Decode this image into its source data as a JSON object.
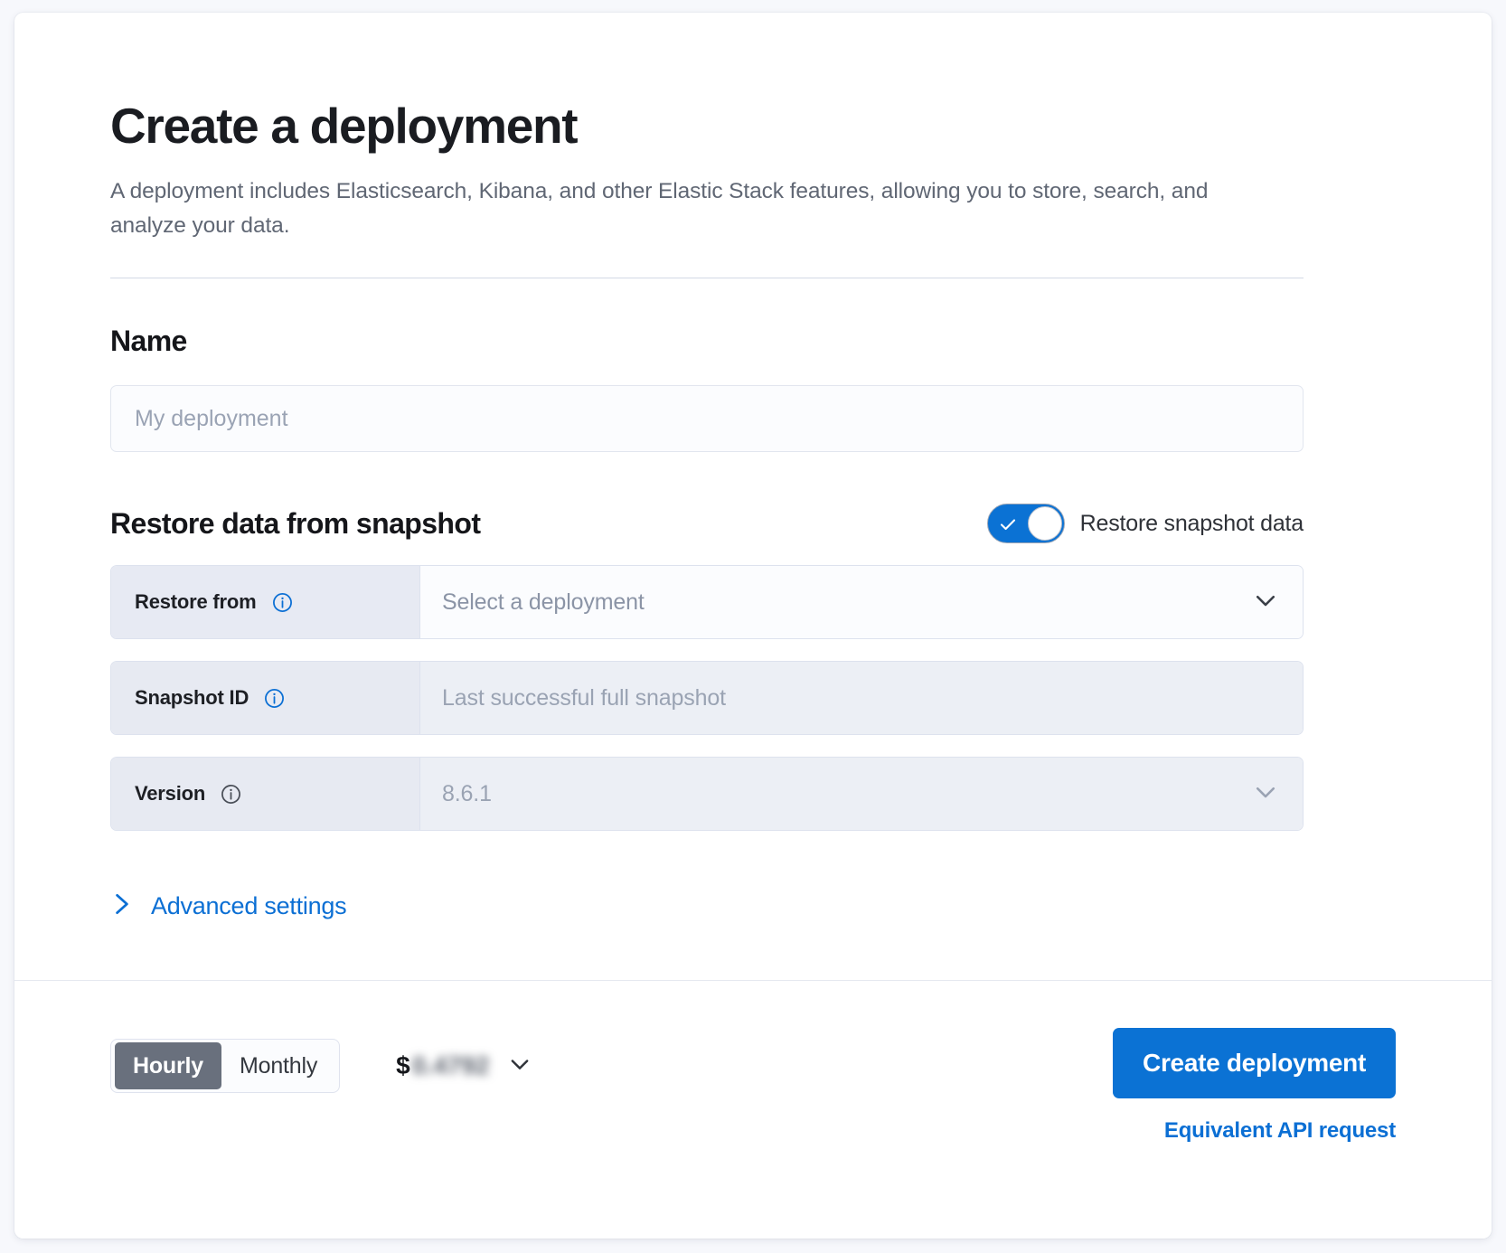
{
  "header": {
    "title": "Create a deployment",
    "description": "A deployment includes Elasticsearch, Kibana, and other Elastic Stack features, allowing you to store, search, and analyze your data."
  },
  "name_section": {
    "title": "Name",
    "input_placeholder": "My deployment",
    "input_value": ""
  },
  "restore_section": {
    "title": "Restore data from snapshot",
    "toggle_label": "Restore snapshot data",
    "toggle_checked": true,
    "rows": [
      {
        "label": "Restore from",
        "value": "Select a deployment",
        "icon": "info-icon",
        "control": "dropdown",
        "disabled": false
      },
      {
        "label": "Snapshot ID",
        "value": "Last successful full snapshot",
        "icon": "info-icon",
        "control": "text",
        "disabled": true
      },
      {
        "label": "Version",
        "value": "8.6.1",
        "icon": "info-icon",
        "control": "dropdown",
        "disabled": true
      }
    ],
    "advanced_label": "Advanced settings"
  },
  "footer": {
    "billing_options": [
      "Hourly",
      "Monthly"
    ],
    "billing_selected": "Hourly",
    "price_currency": "$",
    "price_amount": "0.4792",
    "create_button": "Create deployment",
    "api_link": "Equivalent API request"
  },
  "colors": {
    "accent": "#0b72d4",
    "link": "#0b6fd4",
    "segment_active": "#69707d",
    "prepend_bg": "#e7eaf3",
    "disabled_bg": "#eceff5",
    "text": "#1a1c21",
    "muted": "#606774"
  }
}
